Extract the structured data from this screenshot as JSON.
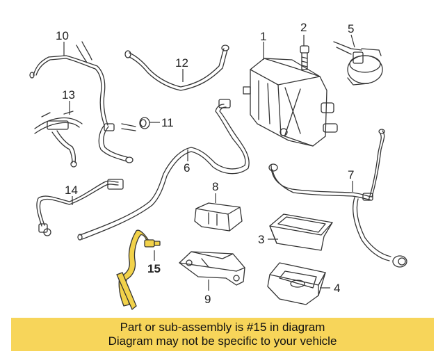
{
  "callouts": {
    "n1": "1",
    "n2": "2",
    "n3": "3",
    "n4": "4",
    "n5": "5",
    "n6": "6",
    "n7": "7",
    "n8": "8",
    "n9": "9",
    "n10": "10",
    "n11": "11",
    "n12": "12",
    "n13": "13",
    "n14": "14",
    "n15": "15"
  },
  "highlight_color": "#f2d24a",
  "banner": {
    "line1": "Part or sub-assembly is #15 in diagram",
    "line2": "Diagram may not be specific to your vehicle"
  }
}
